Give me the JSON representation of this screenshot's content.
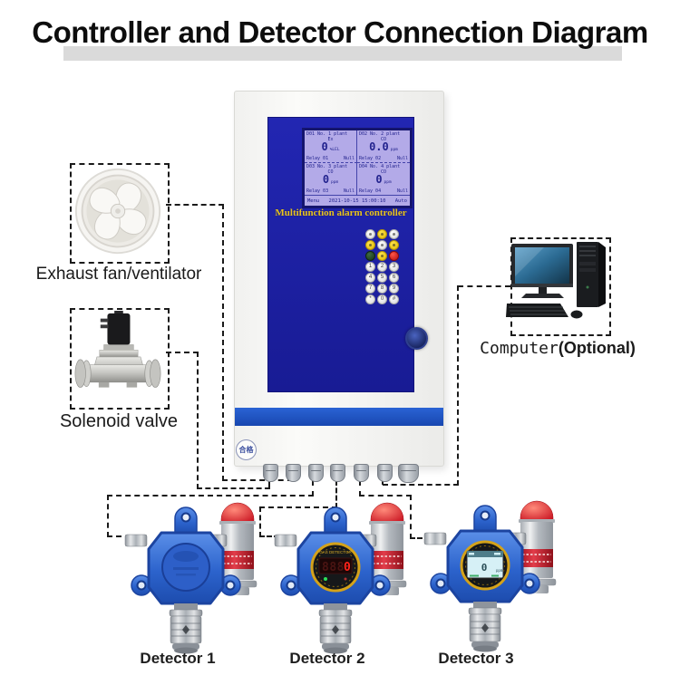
{
  "title": "Controller and Detector Connection Diagram",
  "controller": {
    "model_label": "Multifunction alarm controller",
    "qc_sticker": "合格",
    "lcd": {
      "channels": [
        {
          "id": "D01 No. 1 plant",
          "gas": "Ex",
          "value": "0",
          "unit": "%LEL",
          "relay": "Relay 01",
          "relay_state": "Null"
        },
        {
          "id": "D02 No. 2 plant",
          "gas": "CO",
          "value": "0.0",
          "unit": "ppm",
          "relay": "Relay 02",
          "relay_state": "Null"
        },
        {
          "id": "D03 No. 3 plant",
          "gas": "CO",
          "value": "0",
          "unit": "ppm",
          "relay": "Relay 03",
          "relay_state": "Null"
        },
        {
          "id": "D04 No. 4 plant",
          "gas": "CO",
          "value": "0",
          "unit": "ppm",
          "relay": "Relay 04",
          "relay_state": "Null"
        }
      ],
      "status": {
        "left": "Menu",
        "time": "2021-10-15 15:00:10",
        "right": "Auto"
      }
    },
    "keypad": {
      "digits": [
        "1",
        "2",
        "3",
        "4",
        "5",
        "6",
        "7",
        "8",
        "9",
        "*",
        "0",
        "#"
      ]
    }
  },
  "peripherals": {
    "fan_label": "Exhaust fan/ventilator",
    "valve_label": "Solenoid valve",
    "computer_label": "Computer",
    "computer_label_suffix": "(Optional)"
  },
  "detectors": [
    {
      "label": "Detector 1"
    },
    {
      "label": "Detector 2",
      "face_text": "GAS DETECTOR",
      "display_dim": "888",
      "display_active": "0"
    },
    {
      "label": "Detector 3",
      "display_value": "0",
      "display_unit": "ppm"
    }
  ],
  "colors": {
    "panel_blue": "#1d20a6",
    "lcd_purple": "#b3aae8",
    "stripe_blue": "#1d55c4",
    "detector_blue": "#2e6ad0",
    "beacon_red": "#c41420",
    "accent_yellow": "#e9c41f"
  }
}
